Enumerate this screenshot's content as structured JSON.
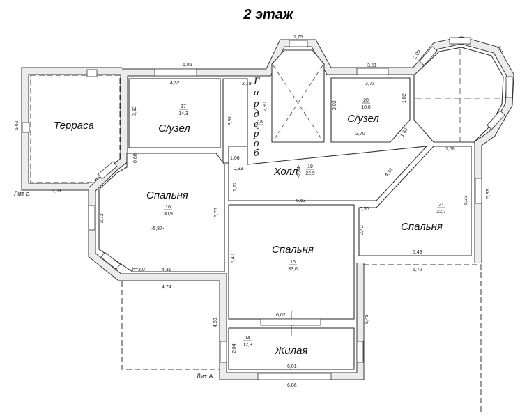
{
  "title": "2 этаж",
  "rooms": {
    "terrace": "Терраса",
    "bath1": "С/узел",
    "wardrobe_letters": [
      "Г",
      "а",
      "р",
      "д",
      "е",
      "р",
      "о",
      "б"
    ],
    "hall": "Холл",
    "bath2": "С/узел",
    "bedroom16": "Спальня",
    "bedroom21": "Спальня",
    "bedroom15": "Спальня",
    "living": "Жилая"
  },
  "room_numbers": {
    "r17": {
      "no": "17",
      "area": "14,3"
    },
    "r18": {
      "no": "18",
      "area": "8,0"
    },
    "r19": {
      "no": "19",
      "area": "22,9"
    },
    "r20": {
      "no": "20",
      "area": "10,0"
    },
    "r21": {
      "no": "21",
      "area": "22,7"
    },
    "r16": {
      "no": "16",
      "area": "30,9"
    },
    "r15": {
      "no": "15",
      "area": "33,0"
    },
    "r14": {
      "no": "14",
      "area": "12,3"
    }
  },
  "labels": {
    "lit_a_lower": "Лит а",
    "lit_a_upper": "Лит А"
  },
  "dims": [
    "6,85",
    "4,32",
    "3,32",
    "5,62",
    "3,09",
    "0,60",
    "1,75",
    "2,19",
    "3,91",
    "2,90",
    "1,06",
    "0,93",
    "1,72",
    "3,51",
    "3,73",
    "2,02",
    "1,82",
    "2,70",
    "1,60",
    "2,09",
    "2,0",
    "1,68",
    "4,32",
    "5,93",
    "5,33",
    "6,63",
    "0,56",
    "2,42",
    "5,43",
    "5,72",
    "2,72",
    "-5,87-",
    "5,76",
    "h=3,0",
    "4,31",
    "4,74",
    "5,40",
    "6,02",
    "4,60",
    "5,45",
    "2,04",
    "6,01",
    "6,86",
    "-2,84-"
  ]
}
